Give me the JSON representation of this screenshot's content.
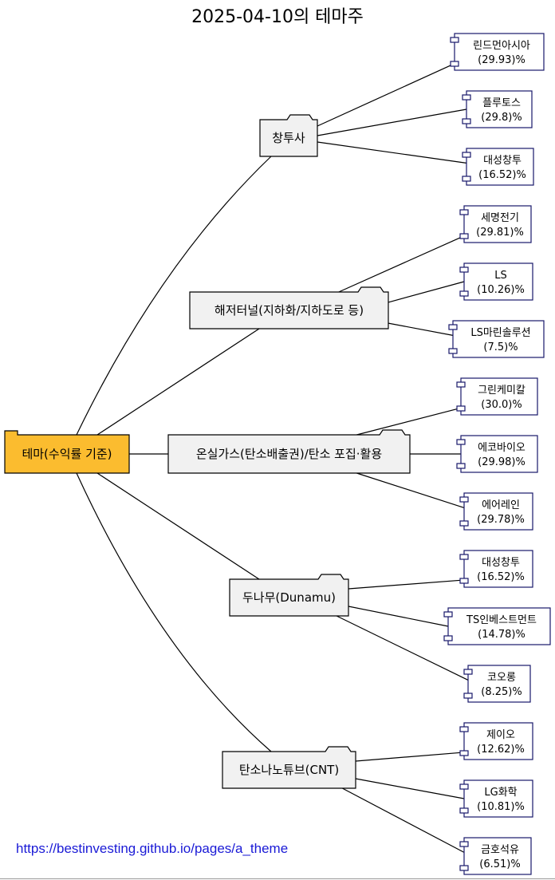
{
  "title": "2025-04-10의 테마주",
  "footer_url": "https://bestinvesting.github.io/pages/a_theme",
  "colors": {
    "root_fill": "#fbbc2f",
    "theme_fill": "#f1f1f1",
    "stock_fill": "#ffffff",
    "stock_border": "#18186a",
    "url": "#1a1ad6"
  },
  "root": {
    "label": "테마(수익률 기준)"
  },
  "themes": [
    {
      "label": "창투사",
      "stocks": [
        {
          "name": "린드먼아시아",
          "pct": "(29.93)%"
        },
        {
          "name": "플루토스",
          "pct": "(29.8)%"
        },
        {
          "name": "대성창투",
          "pct": "(16.52)%"
        }
      ]
    },
    {
      "label": "해저터널(지하화/지하도로 등)",
      "stocks": [
        {
          "name": "세명전기",
          "pct": "(29.81)%"
        },
        {
          "name": "LS",
          "pct": "(10.26)%"
        },
        {
          "name": "LS마린솔루션",
          "pct": "(7.5)%"
        }
      ]
    },
    {
      "label": "온실가스(탄소배출권)/탄소 포집·활용",
      "stocks": [
        {
          "name": "그린케미칼",
          "pct": "(30.0)%"
        },
        {
          "name": "에코바이오",
          "pct": "(29.98)%"
        },
        {
          "name": "에어레인",
          "pct": "(29.78)%"
        }
      ]
    },
    {
      "label": "두나무(Dunamu)",
      "stocks": [
        {
          "name": "대성창투",
          "pct": "(16.52)%"
        },
        {
          "name": "TS인베스트먼트",
          "pct": "(14.78)%"
        },
        {
          "name": "코오롱",
          "pct": "(8.25)%"
        }
      ]
    },
    {
      "label": "탄소나노튜브(CNT)",
      "stocks": [
        {
          "name": "제이오",
          "pct": "(12.62)%"
        },
        {
          "name": "LG화학",
          "pct": "(10.81)%"
        },
        {
          "name": "금호석유",
          "pct": "(6.51)%"
        }
      ]
    }
  ]
}
